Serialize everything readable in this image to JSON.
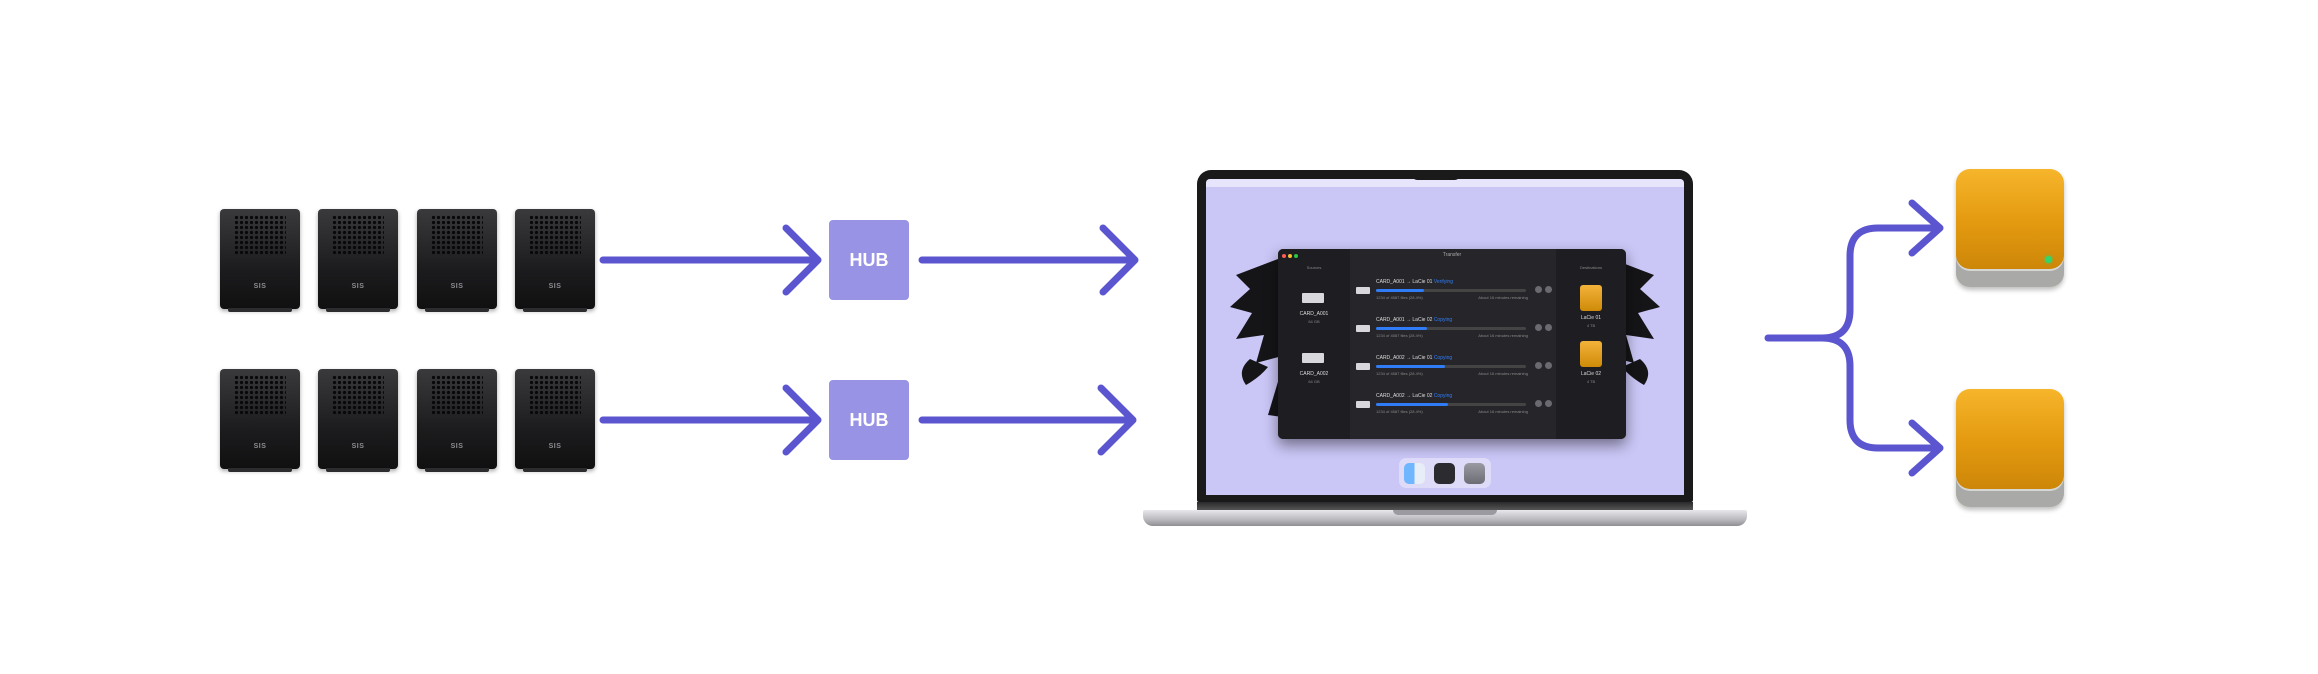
{
  "colors": {
    "arrow": "#5b55cf",
    "hub": "#9893e4",
    "background": "#ffffff",
    "screen": "#cac6f6",
    "drive": "#e49a10"
  },
  "readers": {
    "brand": "SIS",
    "count_per_row": 4,
    "rows": 2
  },
  "hubs": [
    {
      "label": "HUB"
    },
    {
      "label": "HUB"
    }
  ],
  "laptop": {
    "menubar": "",
    "app": {
      "title": "Transfer",
      "sources_header": "Sources",
      "destinations_header": "Destinations",
      "sources": [
        {
          "card": "SDXC",
          "name": "CARD_A001",
          "size": "64 GB"
        },
        {
          "card": "SDXC",
          "name": "CARD_A002",
          "size": "64 GB"
        }
      ],
      "jobs": [
        {
          "label": "CARD_A001  →  LaCie 01",
          "tag": "Verifying",
          "status": "1234 of 4587 files (28.4%)",
          "eta": "About 16 minutes remaining",
          "progress": 0.32
        },
        {
          "label": "CARD_A001  →  LaCie 02",
          "tag": "Copying",
          "status": "1234 of 4587 files (28.4%)",
          "eta": "About 16 minutes remaining",
          "progress": 0.34
        },
        {
          "label": "CARD_A002  →  LaCie 01",
          "tag": "Copying",
          "status": "1234 of 4587 files (28.4%)",
          "eta": "About 16 minutes remaining",
          "progress": 0.46
        },
        {
          "label": "CARD_A002  →  LaCie 02",
          "tag": "Copying",
          "status": "1234 of 4587 files (28.4%)",
          "eta": "About 16 minutes remaining",
          "progress": 0.48
        }
      ],
      "destinations": [
        {
          "name": "LaCie 01",
          "size": "4 TB"
        },
        {
          "name": "LaCie 02",
          "size": "4 TB"
        }
      ]
    },
    "dock": [
      {
        "icon": "finder-icon"
      },
      {
        "icon": "app-icon"
      },
      {
        "icon": "trash-icon"
      }
    ]
  },
  "drives": [
    {
      "icon": "external-drive-icon"
    },
    {
      "icon": "external-drive-icon"
    }
  ]
}
